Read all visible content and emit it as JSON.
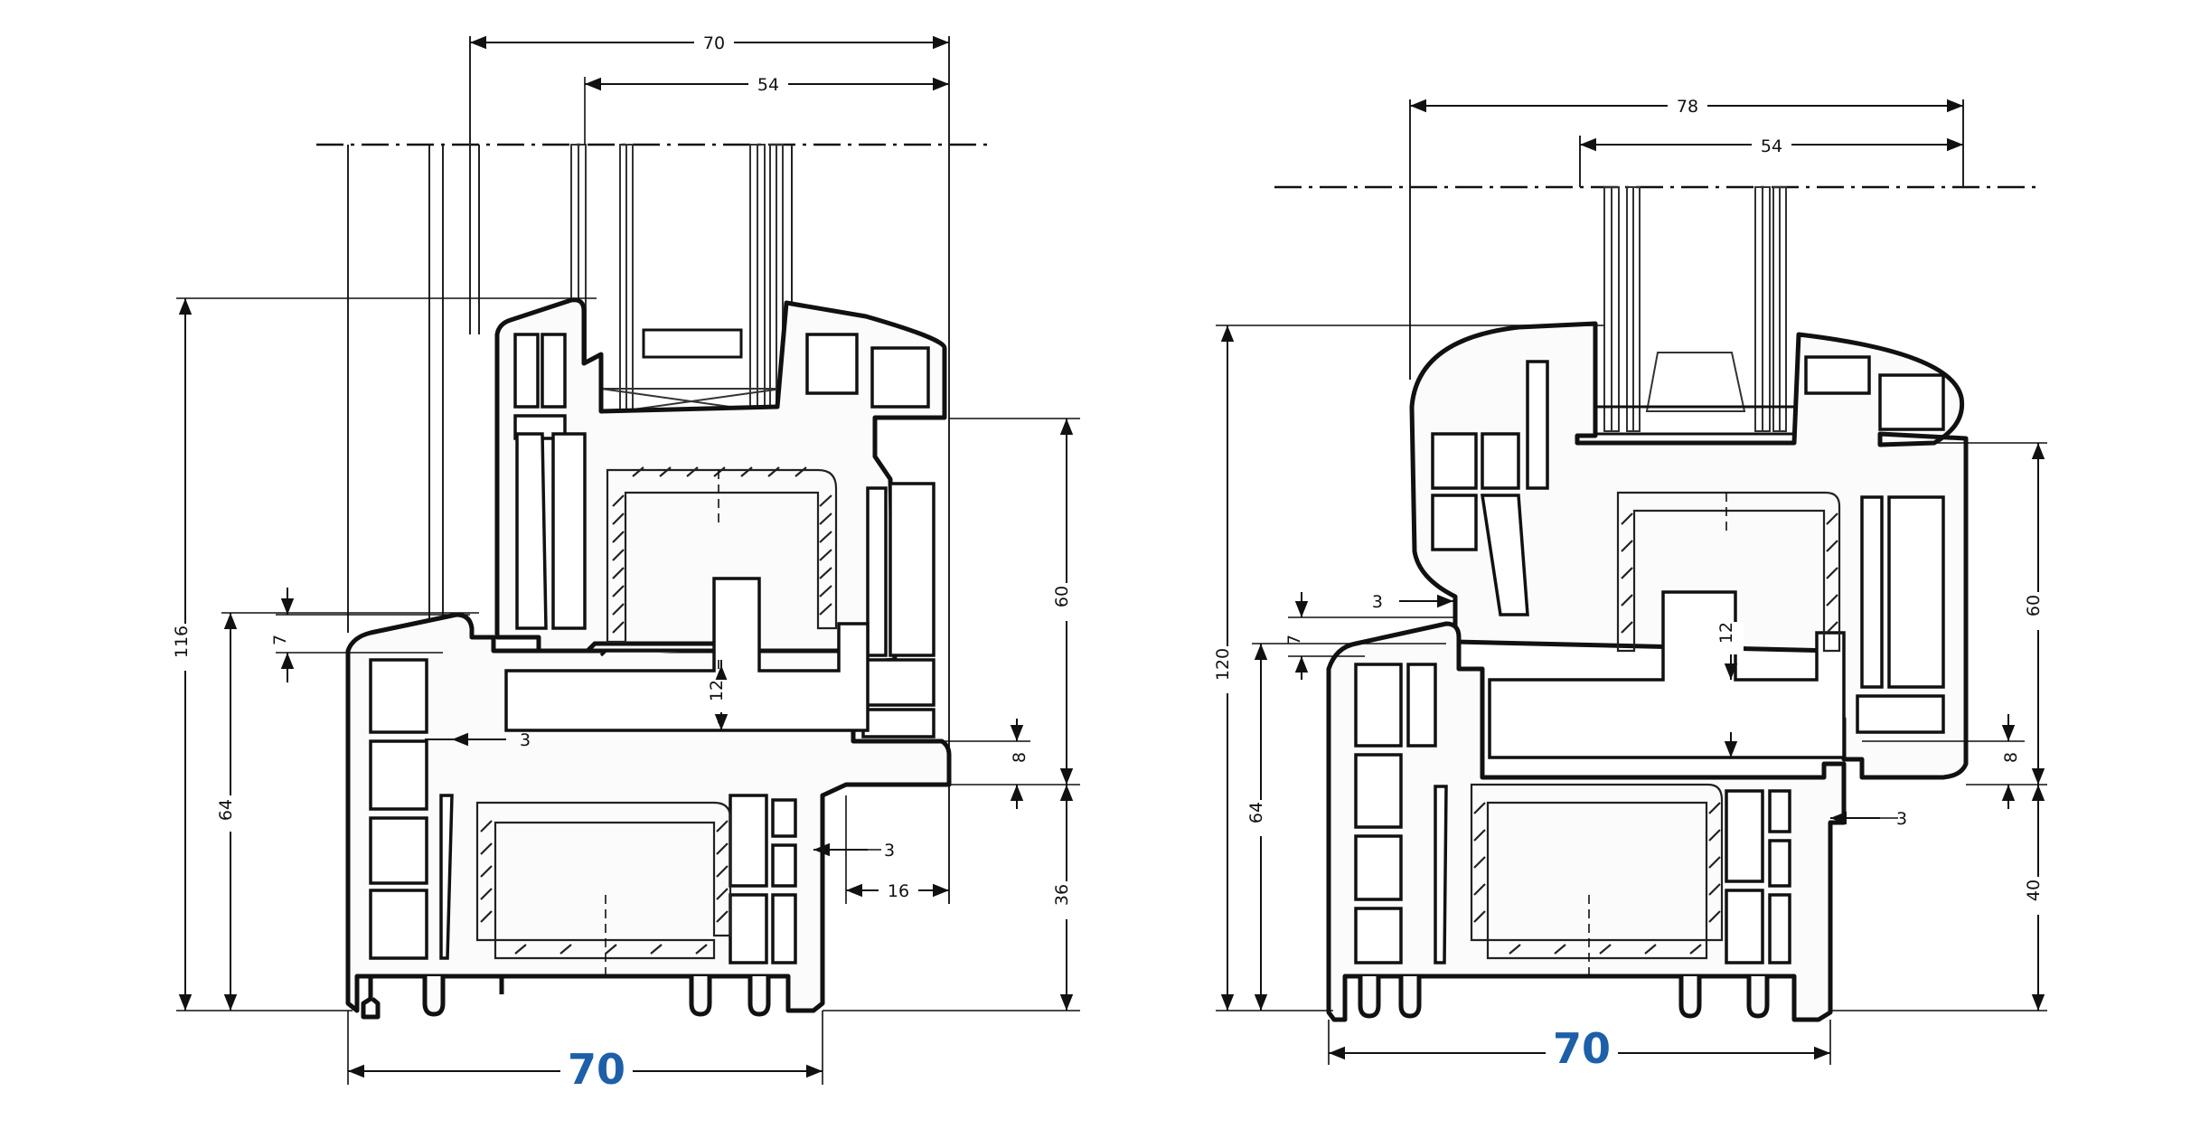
{
  "left_drawing": {
    "total_width_label": "70",
    "width_top": "70",
    "glass_width": "54",
    "height_total": "116",
    "height_frame": "64",
    "height_sash": "60",
    "height_bottom": "36",
    "dim_7": "7",
    "dim_12": "12",
    "dim_3_upper": "3",
    "dim_3_lower": "3",
    "dim_8": "8",
    "dim_16": "16"
  },
  "right_drawing": {
    "total_width_label": "70",
    "width_top": "78",
    "glass_width": "54",
    "height_total": "120",
    "height_frame": "64",
    "height_sash": "60",
    "height_bottom": "40",
    "dim_7": "7",
    "dim_12": "12",
    "dim_3_upper": "3",
    "dim_3_right": "3",
    "dim_8": "8"
  },
  "colors": {
    "accent_label": "#1d5fa8",
    "line": "#111111",
    "background": "#ffffff"
  }
}
